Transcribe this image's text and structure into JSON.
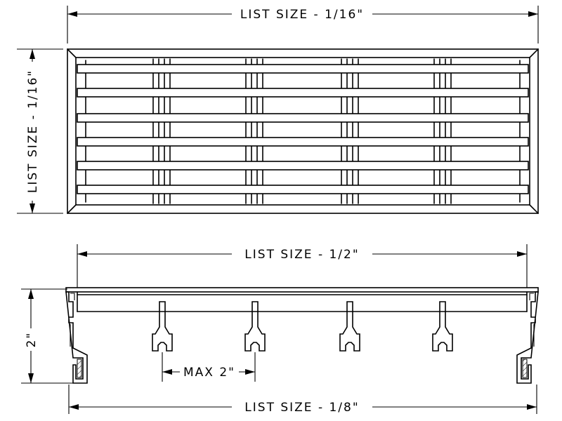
{
  "drawing": {
    "top_view": {
      "width_dimension": "LIST SIZE - 1/16\"",
      "height_dimension": "LIST SIZE - 1/16\"",
      "horizontal_bar_count": 6,
      "vertical_bar_group_count": 4
    },
    "section_view": {
      "inner_width_dimension": "LIST SIZE - 1/2\"",
      "overall_width_dimension": "LIST SIZE - 1/8\"",
      "depth_dimension": "2\"",
      "spacing_dimension": "MAX 2\"",
      "blade_count": 4
    }
  }
}
